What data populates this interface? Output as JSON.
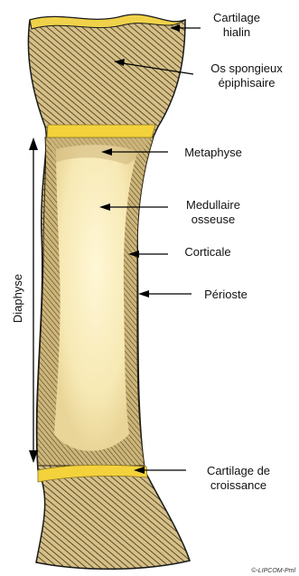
{
  "labels": {
    "cartilage_hyalin_1": "Cartilage",
    "cartilage_hyalin_2": "hialin",
    "os_spongieux_1": "Os spongieux",
    "os_spongieux_2": "épiphisaire",
    "metaphyse": "Metaphyse",
    "medullaire_1": "Medullaire",
    "medullaire_2": "osseuse",
    "corticale": "Corticale",
    "perioste": "Périoste",
    "diaphyse": "Diaphyse",
    "cartilage_croissance_1": "Cartilage de",
    "cartilage_croissance_2": "croissance"
  },
  "credit": "©-LIPCOM-Pml",
  "colors": {
    "bone": "#d8c388",
    "cortex": "#c8b273",
    "marrow": "#fbf1c6",
    "cartilage": "#f0d24a",
    "hatch": "#3a2e18",
    "outline": "#1a1a1a"
  }
}
